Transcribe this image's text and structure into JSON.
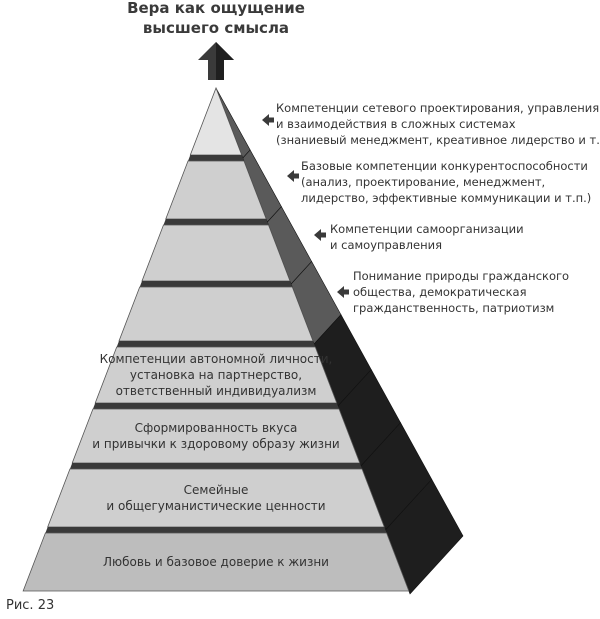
{
  "title_lines": [
    "Вера как ощущение",
    "высшего смысла"
  ],
  "levels": [
    {
      "lines": []
    },
    {
      "lines": []
    },
    {
      "lines": []
    },
    {
      "lines": []
    },
    {
      "lines": [
        "Компетенции автономной личности,",
        "установка на партнерство,",
        "ответственный индивидуализм"
      ]
    },
    {
      "lines": [
        "Сформированность вкуса",
        "и привычки к здоровому образу жизни"
      ]
    },
    {
      "lines": [
        "Семейные",
        "и общегуманистические ценности"
      ]
    },
    {
      "lines": [
        "Любовь и базовое доверие к жизни"
      ]
    }
  ],
  "annotations": [
    {
      "lines": [
        "Компетенции сетевого проектирования, управления",
        "и взаимодействия в сложных системах",
        "(знаниевый менеджмент, креативное лидерство и т.п.)"
      ]
    },
    {
      "lines": [
        "Базовые компетенции конкурентоспособности",
        "(анализ, проектирование, менеджмент,",
        "лидерство, эффективные коммуникации и т.п.)"
      ]
    },
    {
      "lines": [
        "Компетенции самоорганизации",
        "и самоуправления"
      ]
    },
    {
      "lines": [
        "Понимание природы гражданского",
        "общества, демократическая",
        "гражданственность, патриотизм"
      ]
    }
  ],
  "caption": "Рис. 23",
  "colors": {
    "face_light": "#e4e4e4",
    "face_mid": "#cfcfcf",
    "face_bottom": "#bdbdbd",
    "separator": "#3a3a3a",
    "side_light": "#5a5a5a",
    "side_dark": "#1e1e1e",
    "arrow": "#3a3a3a"
  }
}
